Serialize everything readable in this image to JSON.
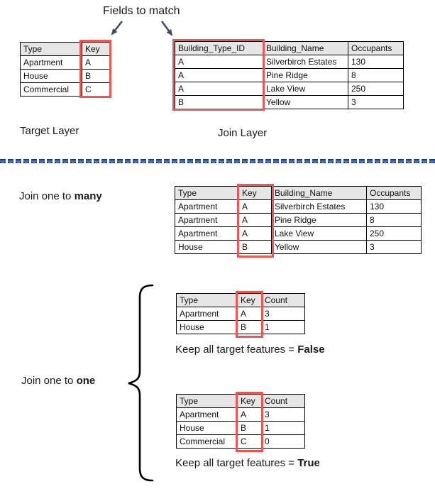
{
  "labels": {
    "fields_to_match": "Fields to match",
    "target_layer": "Target Layer",
    "join_layer": "Join Layer",
    "one_to_many": {
      "prefix": "Join one to ",
      "bold": "many"
    },
    "one_to_one": {
      "prefix": "Join one to ",
      "bold": "one"
    },
    "keep_false": {
      "prefix": "Keep all target features = ",
      "bold": "False"
    },
    "keep_true": {
      "prefix": "Keep all target features = ",
      "bold": "True"
    }
  },
  "colors": {
    "highlight_red": "#E55A56",
    "header_gray": "#E7E6E6",
    "arrow_navy": "#3E4C63",
    "divider_blue": "#4472C4",
    "divider_navy": "#1F3864",
    "table_border": "#000000"
  },
  "icons": [
    "down-left-arrow-icon",
    "down-right-arrow-icon",
    "curly-brace"
  ],
  "tables": {
    "target": {
      "highlight_column": "Key",
      "headers": [
        "Type",
        "Key"
      ],
      "rows": [
        [
          "Apartment",
          "A"
        ],
        [
          "House",
          "B"
        ],
        [
          "Commercial",
          "C"
        ]
      ]
    },
    "join": {
      "highlight_column": "Building_Type_ID",
      "headers": [
        "Building_Type_ID",
        "Building_Name",
        "Occupants"
      ],
      "rows": [
        [
          "A",
          "Silverbirch Estates",
          "130"
        ],
        [
          "A",
          "Pine Ridge",
          "8"
        ],
        [
          "A",
          "Lake View",
          "250"
        ],
        [
          "B",
          "Yellow",
          "3"
        ]
      ]
    },
    "one_to_many": {
      "highlight_column": "Key",
      "headers": [
        "Type",
        "Key",
        "Building_Name",
        "Occupants"
      ],
      "rows": [
        [
          "Apartment",
          "A",
          "Silverbirch Estates",
          "130"
        ],
        [
          "Apartment",
          "A",
          "Pine Ridge",
          "8"
        ],
        [
          "Apartment",
          "A",
          "Lake View",
          "250"
        ],
        [
          "House",
          "B",
          "Yellow",
          "3"
        ]
      ]
    },
    "one_to_one_false": {
      "highlight_column": "Key",
      "headers": [
        "Type",
        "Key",
        "Count"
      ],
      "rows": [
        [
          "Apartment",
          "A",
          "3"
        ],
        [
          "House",
          "B",
          "1"
        ]
      ]
    },
    "one_to_one_true": {
      "highlight_column": "Key",
      "headers": [
        "Type",
        "Key",
        "Count"
      ],
      "rows": [
        [
          "Apartment",
          "A",
          "3"
        ],
        [
          "House",
          "B",
          "1"
        ],
        [
          "Commercial",
          "C",
          "0"
        ]
      ]
    }
  }
}
